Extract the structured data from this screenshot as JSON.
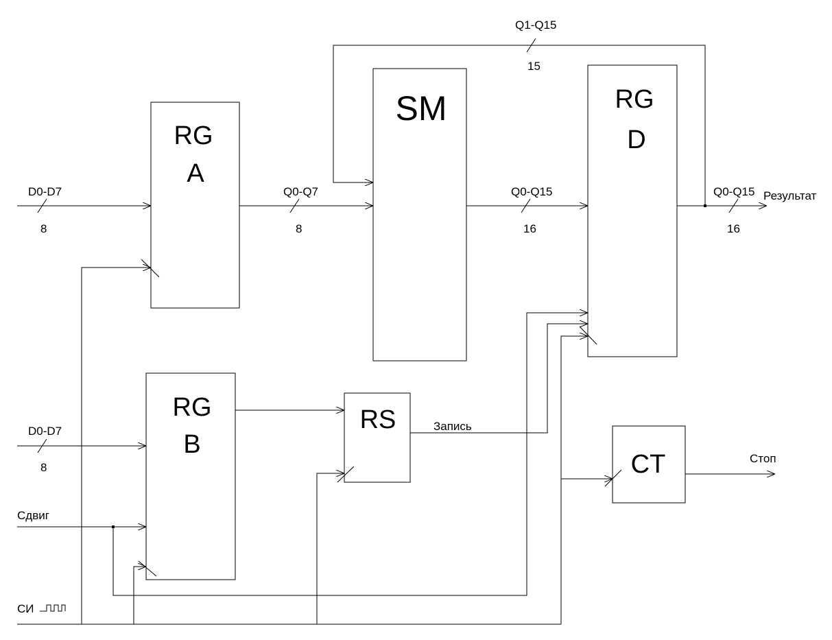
{
  "blocks": {
    "rg_a": {
      "line1": "RG",
      "line2": "A"
    },
    "rg_b": {
      "line1": "RG",
      "line2": "B"
    },
    "sm": {
      "label": "SM"
    },
    "rg_d": {
      "line1": "RG",
      "line2": "D"
    },
    "rs": {
      "label": "RS"
    },
    "ct": {
      "label": "CT"
    }
  },
  "signals": {
    "d_in_a": "D0-D7",
    "d_in_a_width": "8",
    "d_in_b": "D0-D7",
    "d_in_b_width": "8",
    "a_to_sm": "Q0-Q7",
    "a_to_sm_width": "8",
    "sm_to_d": "Q0-Q15",
    "sm_to_d_width": "16",
    "feedback": "Q1-Q15",
    "feedback_width": "15",
    "result_bus": "Q0-Q15",
    "result_bus_width": "16",
    "result": "Результат",
    "shift": "Сдвиг",
    "clock": "СИ",
    "write": "Запись",
    "stop": "Стоп"
  }
}
